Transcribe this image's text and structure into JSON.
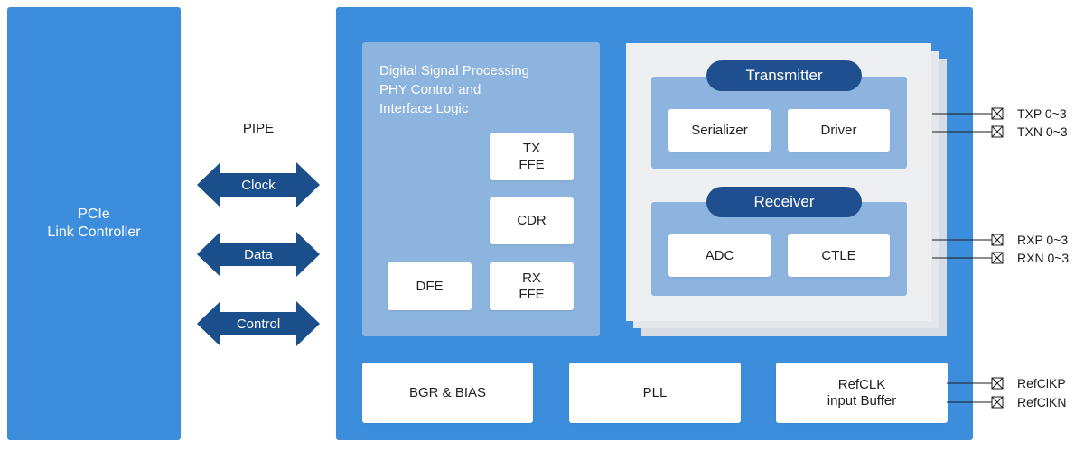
{
  "link_controller": {
    "line1": "PCIe",
    "line2": "Link Controller"
  },
  "pipe": {
    "label": "PIPE",
    "arrows": [
      {
        "label": "Clock"
      },
      {
        "label": "Data"
      },
      {
        "label": "Control"
      }
    ]
  },
  "dsp": {
    "title_line1": "Digital Signal Processing",
    "title_line2": "PHY Control and",
    "title_line3": "Interface Logic",
    "tx_ffe": {
      "line1": "TX",
      "line2": "FFE"
    },
    "cdr": "CDR",
    "dfe": "DFE",
    "rx_ffe": {
      "line1": "RX",
      "line2": "FFE"
    }
  },
  "transmitter": {
    "title": "Transmitter",
    "serializer": "Serializer",
    "driver": "Driver"
  },
  "receiver": {
    "title": "Receiver",
    "adc": "ADC",
    "ctle": "CTLE"
  },
  "bottom": {
    "bgr": "BGR & BIAS",
    "pll": "PLL",
    "refclk": {
      "line1": "RefCLK",
      "line2": "input Buffer"
    }
  },
  "pins": {
    "txp": "TXP 0~3",
    "txn": "TXN 0~3",
    "rxp": "RXP 0~3",
    "rxn": "RXN 0~3",
    "refclkp": "RefClKP",
    "refclkn": "RefClKN"
  },
  "colors": {
    "primary_blue": "#3d8ddd",
    "light_blue": "#8cb4df",
    "dark_navy": "#1f4f8f",
    "arrow_navy": "#1b4f8c"
  }
}
